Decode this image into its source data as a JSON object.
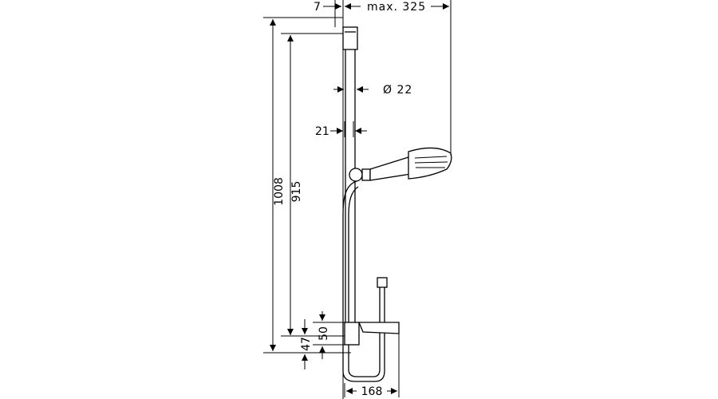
{
  "dimensions": {
    "wall_offset": "7",
    "max_reach": "max. 325",
    "rail_diameter": "Ø 22",
    "rail_depth": "21",
    "total_height": "1008",
    "rail_height": "915",
    "bottom_offset": "47",
    "lower_bracket": "50",
    "soap_dish_width": "168"
  },
  "colors": {
    "line": "#000000",
    "background": "#ffffff"
  }
}
